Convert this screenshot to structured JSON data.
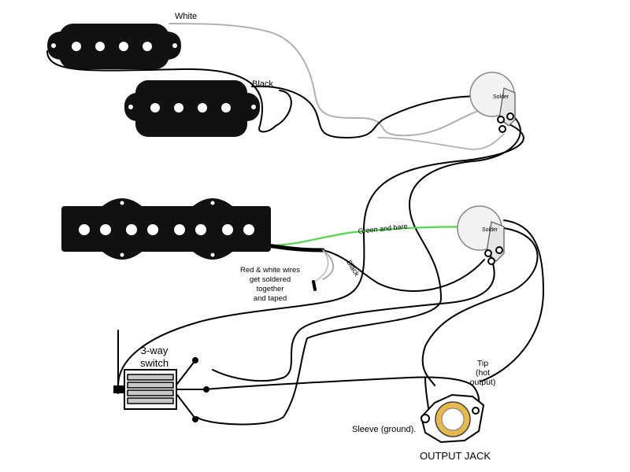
{
  "labels": {
    "white_wire": "White",
    "black_wire": "Black",
    "green_bare": "Green and bare",
    "black_jb": "Black",
    "red_white_l1": "Red & white wires",
    "red_white_l2": "get soldered",
    "red_white_l3": "together",
    "red_white_l4": "and taped",
    "switch_l1": "3-way",
    "switch_l2": "switch",
    "tip_l1": "Tip",
    "tip_l2": "(hot",
    "tip_l3": "output)",
    "sleeve": "Sleeve (ground).",
    "output_jack": "OUTPUT JACK",
    "solder_top": "Solder",
    "solder_bottom": "Solder"
  },
  "colors": {
    "wire_black": "#000000",
    "wire_white": "#b0b0b0",
    "wire_green": "#4fd84a",
    "pickup_body": "#111111",
    "pole_piece": "#ffffff",
    "jack_ring": "#e8b84a"
  }
}
